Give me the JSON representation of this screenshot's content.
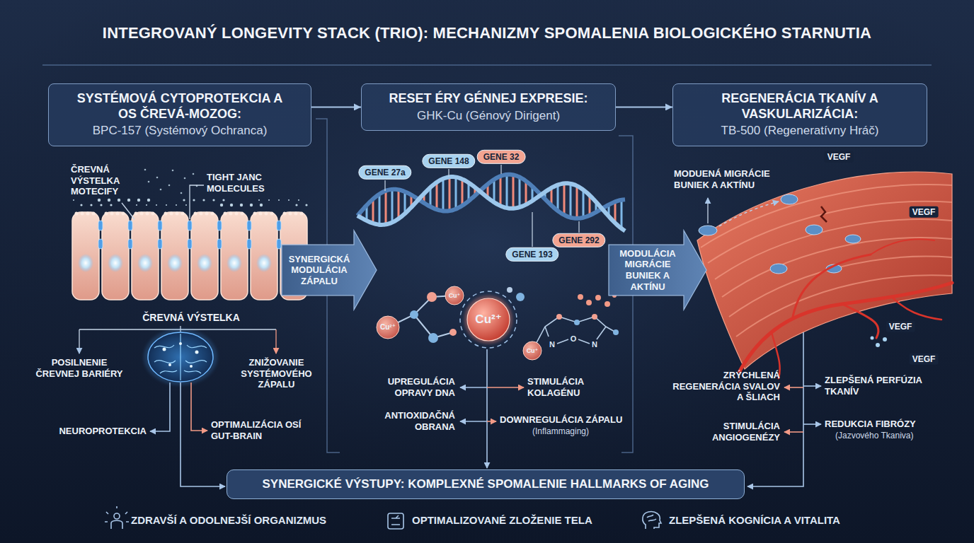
{
  "diagram": {
    "title": "INTEGROVANÝ LONGEVITY STACK (TRIO): MECHANIZMY SPOMALENIA BIOLOGICKÉHO STARNUTIA",
    "nodes": [
      {
        "text": [
          "SYSTÉMOVÁ CYTOPROTEKCIA A OS ČREVÁ-MOZOG:",
          "BPC-157 (Systémový Ochranca)"
        ]
      },
      {
        "text": [
          "RESET ÉRY GÉNNEJ EXPRESIE:",
          "GHK-Cu (Génový Dirigent)"
        ]
      },
      {
        "text": [
          "REGENERÁCIA TKANÍV A VASKULARIZÁCIA:",
          "TB-500 (Regeneratívny Hráč)"
        ]
      },
      {
        "text": [
          "SYNERGICKÁ MODULÁCIA ZÁPALU"
        ]
      },
      {
        "text": [
          "GENE 27a"
        ]
      },
      {
        "text": [
          "GENE 148"
        ]
      },
      {
        "text": [
          "GENE 32"
        ]
      },
      {
        "text": [
          "GENE 193"
        ]
      },
      {
        "text": [
          "GENE 292"
        ]
      },
      {
        "text": [
          "MODULÁCIA MIGRÁCIE BUNIEK A AKTÍNU"
        ]
      },
      {
        "text": [
          "SYNERGICKÉ VÝSTUPY: KOMPLEXNÉ SPOMALENIE HALLMARKS OF AGING"
        ]
      }
    ],
    "edges": [
      {
        "from": 0,
        "to": 1,
        "arrow": "to"
      },
      {
        "from": 1,
        "to": 2,
        "arrow": "to"
      }
    ],
    "labels": [
      "ČREVNÁ VÝSTELKA MOTECIFY",
      "TIGHT JANC MOLECULES",
      "ČREVNÁ VÝSTELKA",
      "POSILNENIE ČREVNEJ BARIÉRY",
      "ZNIŽOVANIE SYSTÉMOVÉHO ZÁPALU",
      "NEUROPROTEKCIA",
      "OPTIMALIZÁCIA OSÍ GUT-BRAIN",
      "Cu²⁺",
      "Cu⁺",
      "Cu²⁺",
      "Cu⁺",
      "N",
      "O",
      "N",
      "UPREGULÁCIA OPRAVY DNA",
      "STIMULÁCIA KOLAGÉNU",
      "ANTIOXIDAČNÁ OBRANA",
      "DOWNREGULÁCIA ZÁPALU",
      "(Inflammaging)",
      "MODUENÁ MIGRÁCIE BUNIEK A AKTÍNU",
      "VEGF",
      "VEGF",
      "VEGF",
      "VEGF",
      "ZRÝCHLENÁ REGENERÁCIA SVALOV A ŠLIACH",
      "ZLEPŠENÁ PERFÚZIA TKANÍV",
      "STIMULÁCIA ANGIOGENÉZY",
      "REDUKCIA FIBRÓZY",
      "(Jazvového Tkaniva)",
      "ZDRAVŠÍ A ODOLNEJŠÍ ORGANIZMUS",
      "OPTIMALIZOVANÉ ZLOŽENIE TELA",
      "ZLEPŠENÁ KOGNÍCIA A VITALITA"
    ]
  }
}
